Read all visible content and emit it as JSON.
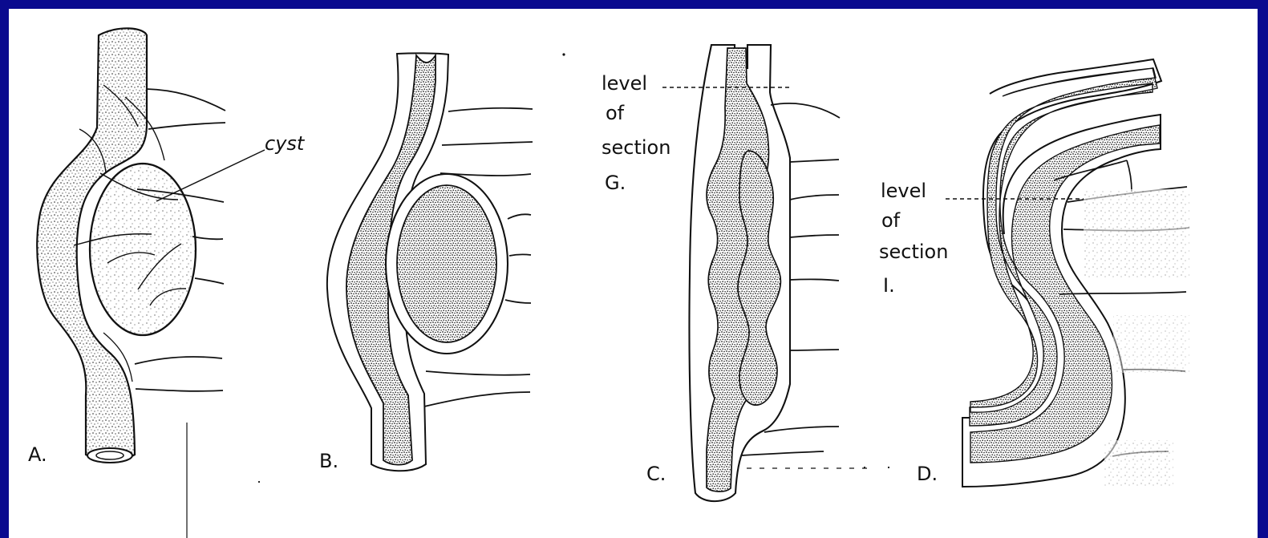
{
  "slide": {
    "background_color": "#0a0a8f",
    "paper_color": "#ffffff"
  },
  "labels": {
    "cyst": "cyst",
    "panel_a": "A.",
    "panel_b": "B.",
    "panel_c": "C.",
    "panel_d": "D.",
    "c_level": "level",
    "c_of": "of",
    "c_section": "section",
    "c_letter": "G.",
    "d_level": "level",
    "d_of": "of",
    "d_section": "section",
    "d_letter": "I."
  }
}
